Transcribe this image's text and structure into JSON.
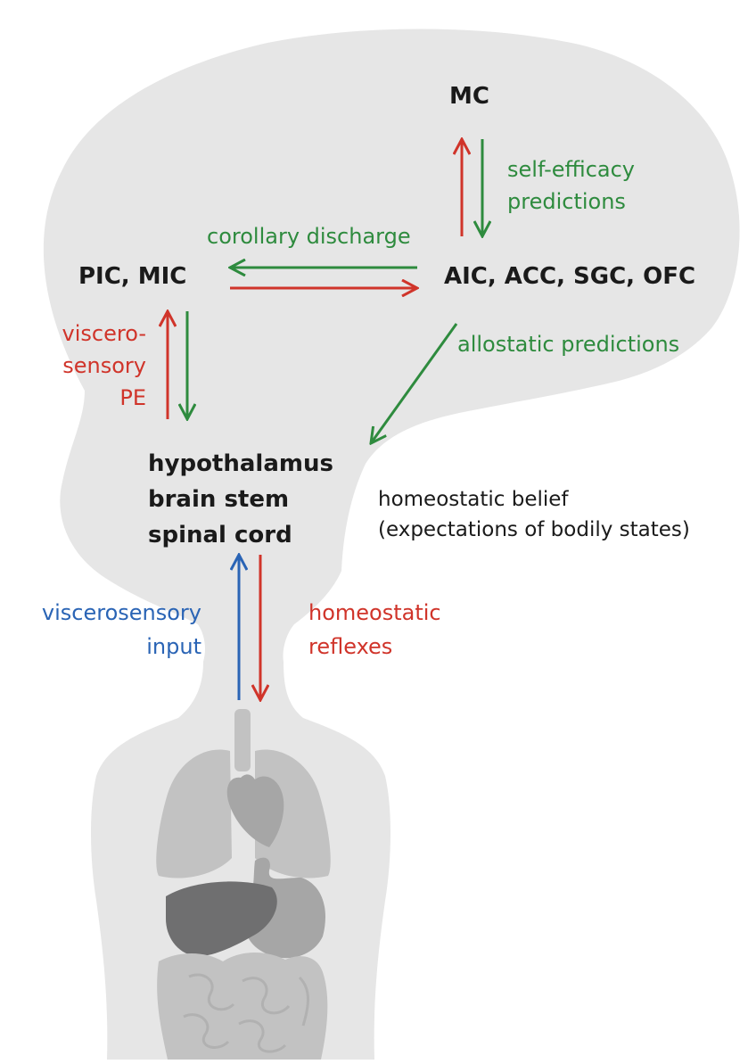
{
  "colors": {
    "silhouette": "#e6e6e6",
    "organs_light": "#c2c2c2",
    "organs_mid": "#a6a6a6",
    "organs_dark": "#6f6f70",
    "red": "#d0342a",
    "green": "#2e8b3e",
    "blue": "#2a64b5",
    "text": "#1a1a1a"
  },
  "nodes": {
    "mc": "MC",
    "pic_mic": "PIC, MIC",
    "aic_group": "AIC, ACC, SGC, OFC",
    "hypothalamus": "hypothalamus",
    "brain_stem": "brain stem",
    "spinal_cord": "spinal cord"
  },
  "labels": {
    "self_efficacy_1": "self-efficacy",
    "self_efficacy_2": "predictions",
    "corollary_discharge": "corollary discharge",
    "allostatic_predictions": "allostatic predictions",
    "viscerosensory_pe_1": "viscero-",
    "viscerosensory_pe_2": "sensory",
    "viscerosensory_pe_3": "PE",
    "homeostatic_belief_1": "homeostatic belief",
    "homeostatic_belief_2": "(expectations of bodily states)",
    "viscerosensory_input_1": "viscerosensory",
    "viscerosensory_input_2": "input",
    "homeostatic_reflexes_1": "homeostatic",
    "homeostatic_reflexes_2": "reflexes"
  },
  "arrows": [
    {
      "name": "arrow-mc-from-aic",
      "color": "red"
    },
    {
      "name": "arrow-mc-to-aic",
      "color": "green"
    },
    {
      "name": "arrow-aic-to-pic",
      "color": "green"
    },
    {
      "name": "arrow-pic-to-aic",
      "color": "red"
    },
    {
      "name": "arrow-hypothalamus-to-pic",
      "color": "red"
    },
    {
      "name": "arrow-pic-to-hypothalamus",
      "color": "green"
    },
    {
      "name": "arrow-aic-to-hypothalamus",
      "color": "green"
    },
    {
      "name": "arrow-body-to-spinal",
      "color": "blue"
    },
    {
      "name": "arrow-spinal-to-body",
      "color": "red"
    }
  ]
}
